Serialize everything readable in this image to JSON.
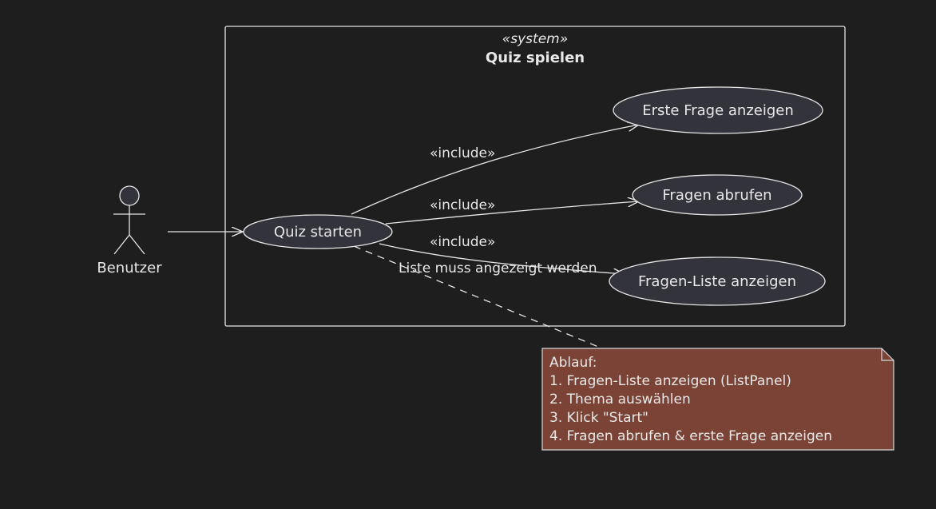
{
  "diagram": {
    "system": {
      "stereotype": "«system»",
      "title": "Quiz spielen"
    },
    "actor": {
      "name": "Benutzer"
    },
    "usecases": {
      "start": "Quiz starten",
      "first_question": "Erste Frage anzeigen",
      "fetch_questions": "Fragen abrufen",
      "show_list": "Fragen-Liste anzeigen"
    },
    "relations": {
      "include_1": "«include»",
      "include_2": "«include»",
      "include_3": "«include»",
      "list_label": "Liste muss angezeigt werden"
    },
    "note": {
      "lines": [
        "Ablauf:",
        "1. Fragen-Liste anzeigen (ListPanel)",
        "2. Thema auswählen",
        "3. Klick \"Start\"",
        "4. Fragen abrufen & erste Frage anzeigen"
      ]
    },
    "colors": {
      "background": "#1e1e1e",
      "usecase_fill": "#33333b",
      "note_fill": "#7a4336",
      "line": "#e6e6e6"
    }
  }
}
